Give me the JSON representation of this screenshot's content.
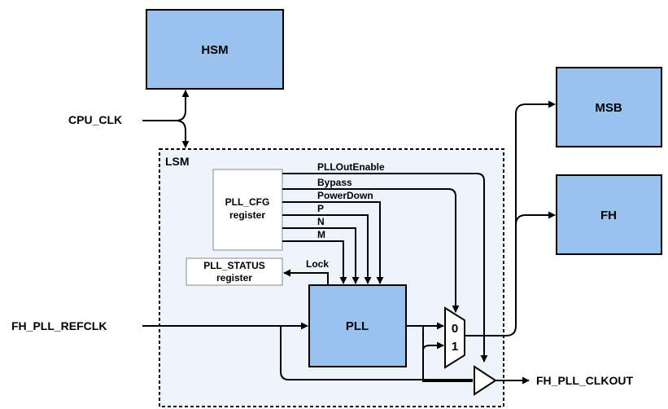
{
  "blocks": {
    "hsm": "HSM",
    "msb": "MSB",
    "fh": "FH",
    "pll": "PLL",
    "lsm": "LSM"
  },
  "registers": {
    "pll_cfg_line1": "PLL_CFG",
    "pll_cfg_line2": "register",
    "pll_status_line1": "PLL_STATUS",
    "pll_status_line2": "register"
  },
  "signals": {
    "pll_out_enable": "PLLOutEnable",
    "bypass": "Bypass",
    "power_down": "PowerDown",
    "p": "P",
    "n": "N",
    "m": "M",
    "lock": "Lock"
  },
  "ports": {
    "cpu_clk": "CPU_CLK",
    "fh_pll_refclk": "FH_PLL_REFCLK",
    "fh_pll_clkout": "FH_PLL_CLKOUT"
  },
  "mux": {
    "input0": "0",
    "input1": "1"
  },
  "colors": {
    "block_fill": "#99c3ee",
    "lsm_fill": "#eef4fc",
    "register_fill": "#ffffff",
    "stroke": "#000000"
  }
}
